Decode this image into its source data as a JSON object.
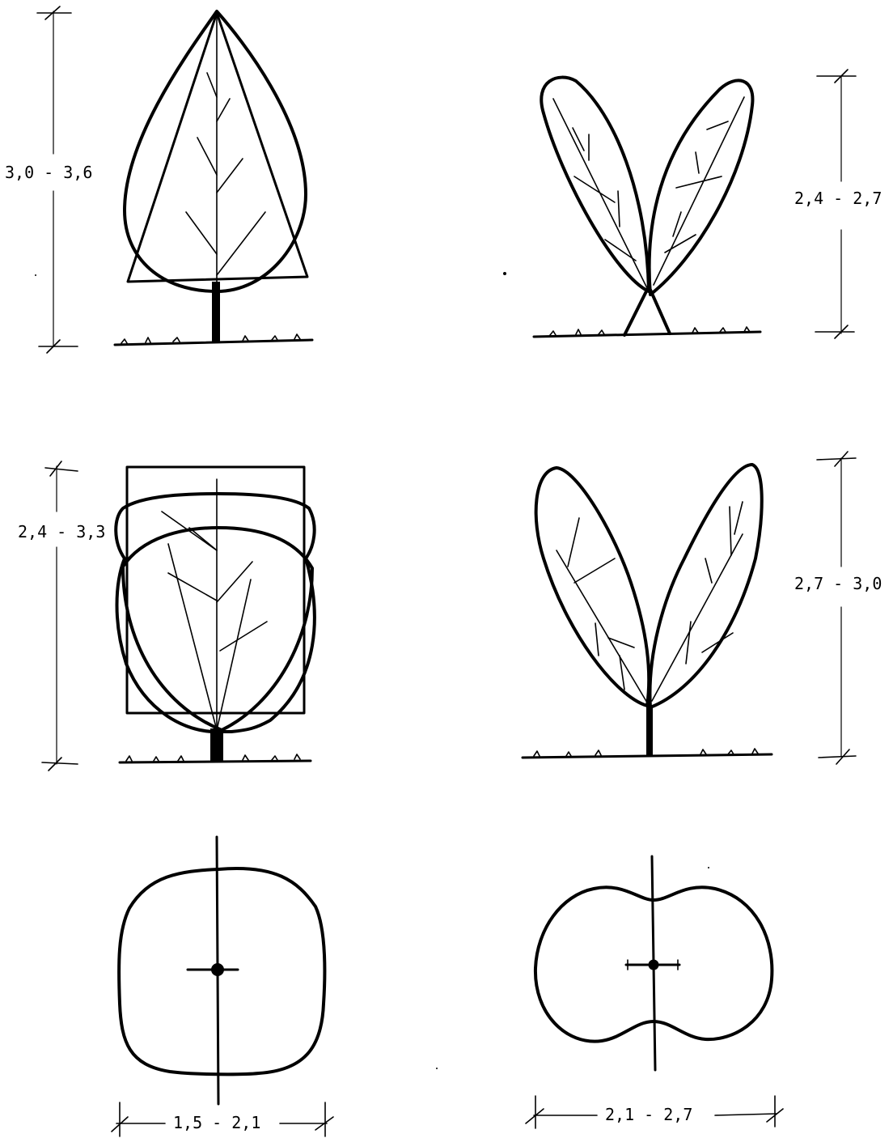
{
  "dimensions": {
    "tree_a_height": "3,0 - 3,6",
    "tree_b_height": "2,4 - 2,7",
    "tree_c_height": "2,4 - 3,3",
    "tree_d_height": "2,7 - 3,0",
    "plan_a_width": "1,5 - 2,1",
    "plan_b_width": "2,1 - 2,7"
  }
}
